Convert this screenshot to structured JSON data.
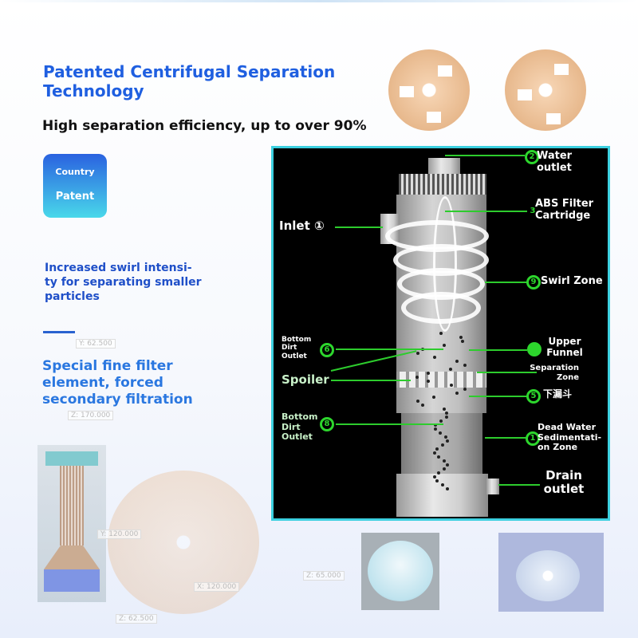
{
  "header": {
    "title": "Patented Centrifugal Separation Technology",
    "subtitle": "High separation efficiency, up to over 90%"
  },
  "badge": {
    "line1": "Country",
    "line2": "Patent"
  },
  "features": [
    "Increased swirl intensi-ty for separating smaller particles",
    "Special fine filter element, forced secondary filtration"
  ],
  "cad_labels": [
    "Y: 62.500",
    "Z: 170.000",
    "Y: 120.000",
    "X: 120.000",
    "Z: 65.000",
    "Z: 62.500"
  ],
  "diagram": {
    "labels": {
      "inlet": "Inlet ①",
      "water_outlet": "Water outlet",
      "water_outlet_num": "2",
      "abs_filter": "ABS Filter Cartridge",
      "abs_filter_num": "3",
      "swirl_zone": "Swirl Zone",
      "swirl_zone_num": "9",
      "bottom_dirt_outlet_top": "Bottom Dirt Outlet",
      "bottom_dirt_outlet_top_num": "6",
      "upper_funnel": "Upper Funnel",
      "separation_zone": "Separation Zone",
      "spoiler": "Spoiler",
      "lower_funnel": "下漏斗",
      "lower_funnel_num": "5",
      "bottom_dirt_outlet": "Bottom Dirt Outlet",
      "bottom_dirt_outlet_num": "8",
      "dead_water": "Dead Water Sedimentati-on Zone",
      "dead_water_num": "1",
      "drain_outlet": "Drain outlet"
    },
    "colors": {
      "line": "#2dcc2d",
      "border": "#3cd0e0",
      "background": "#000000"
    }
  }
}
